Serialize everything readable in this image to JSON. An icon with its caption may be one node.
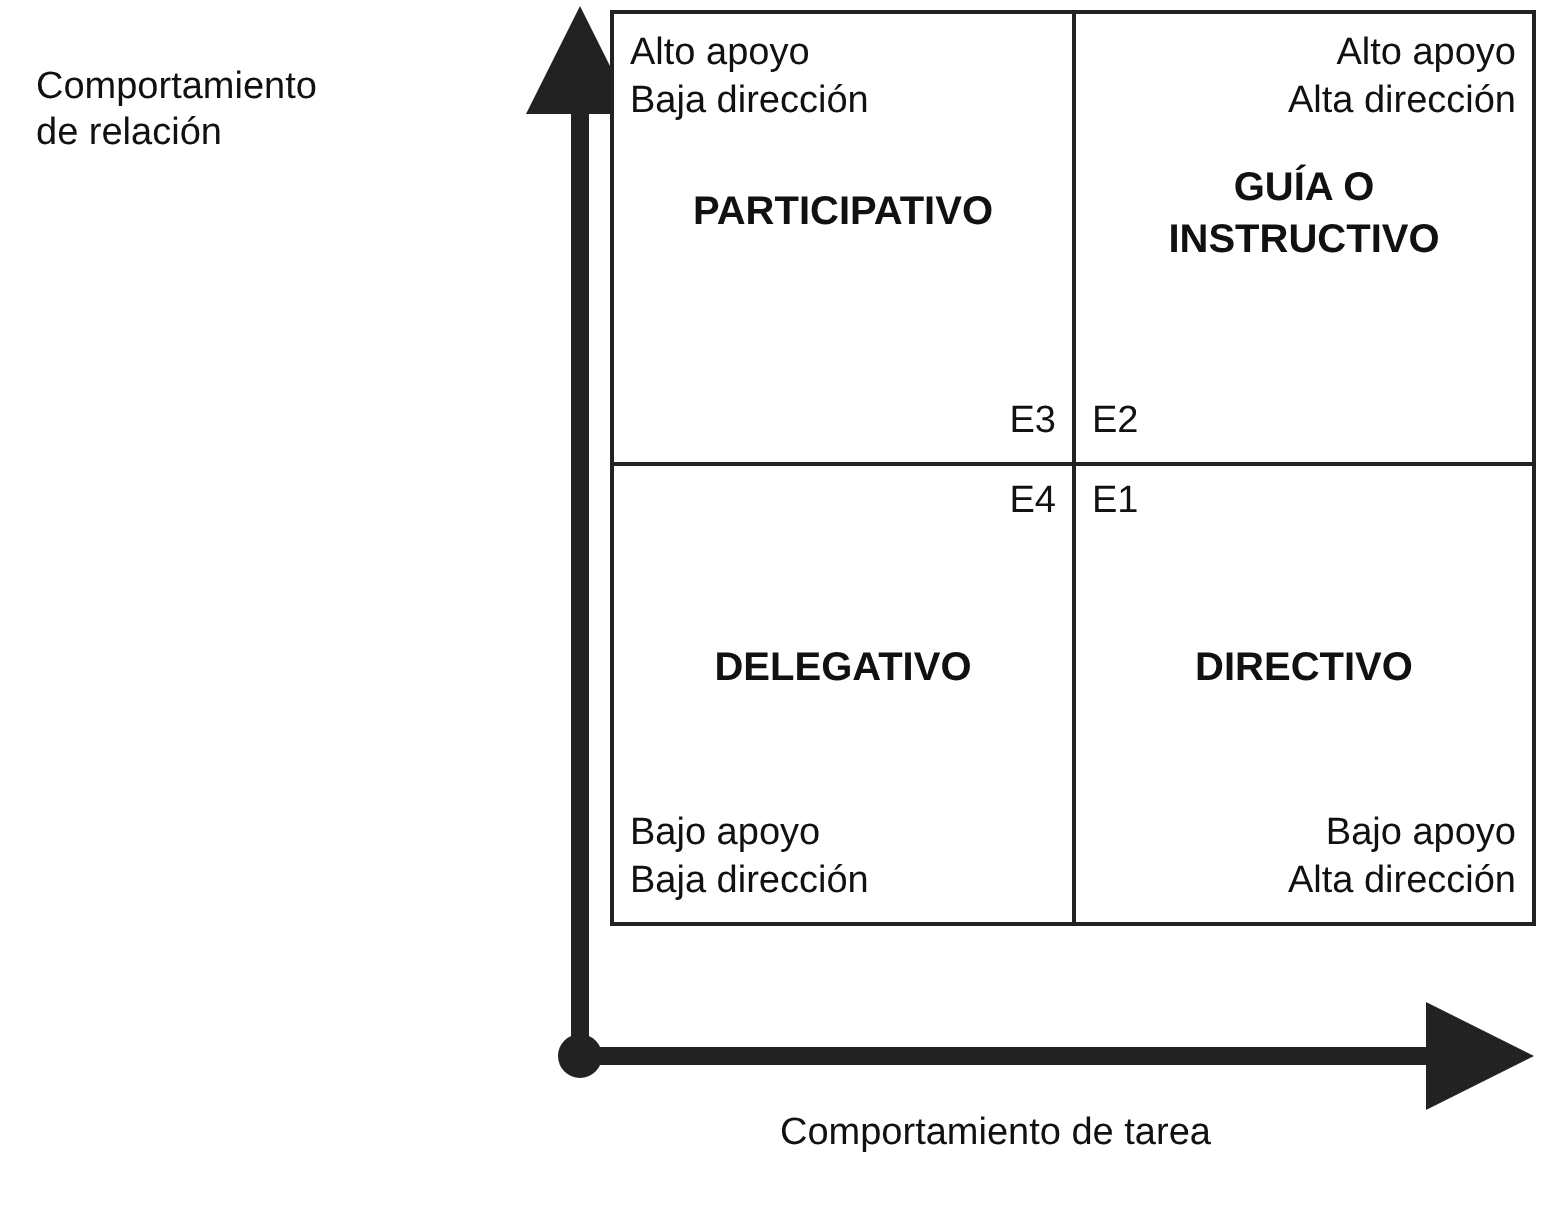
{
  "diagram": {
    "nodes": [
      {
        "text": [
          "Alto apoyo",
          "Baja dirección",
          "PARTICIPATIVO",
          "E3"
        ]
      },
      {
        "text": [
          "Alto apoyo",
          "Alta dirección",
          "GUÍA O INSTRUCTIVO",
          "E2"
        ]
      },
      {
        "text": [
          "E4",
          "DELEGATIVO",
          "Bajo apoyo",
          "Baja dirección"
        ]
      },
      {
        "text": [
          "E1",
          "DIRECTIVO",
          "Bajo apoyo",
          "Alta dirección"
        ]
      }
    ],
    "labels": [
      "Comportamiento de relación",
      "Comportamiento de tarea"
    ]
  }
}
